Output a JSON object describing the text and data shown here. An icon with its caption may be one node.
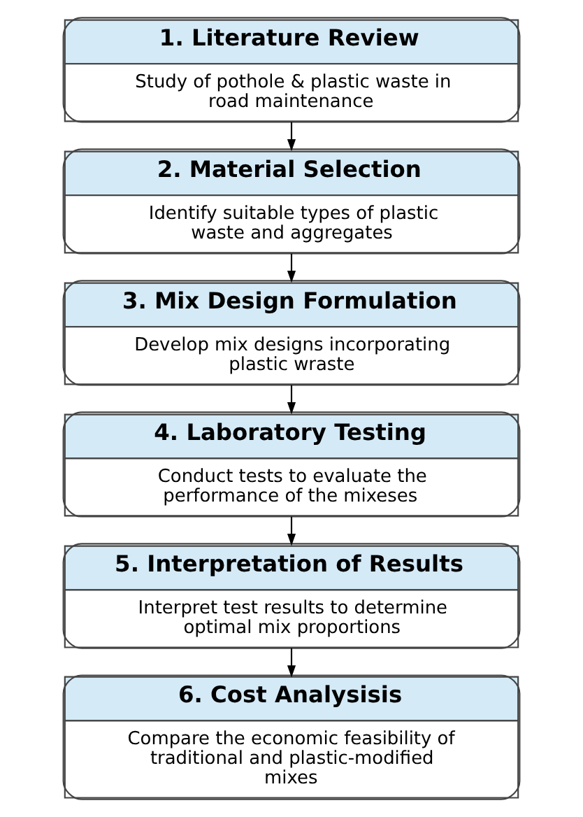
{
  "diagram": {
    "nodes": [
      {
        "text": [
          "1. Literature Review",
          "Study of pothole & plastic waste in road maintenance"
        ]
      },
      {
        "text": [
          "2. Material Selection",
          "Identify suitable types of plastic waste and aggregates"
        ]
      },
      {
        "text": [
          "3. Mix Design Formulation",
          "Develop mix designs incorporating plastic wraste"
        ]
      },
      {
        "text": [
          "4. Laboratory Testing",
          "Conduct tests to evaluate the performance of the mixeses"
        ]
      },
      {
        "text": [
          "5. Interpretation of Results",
          "Interpret test results to determine optimal mix proportions"
        ]
      },
      {
        "text": [
          "6. Cost Analysisis",
          "Compare the economic feasibility of traditional and plastic-modified mixes"
        ]
      }
    ],
    "edges": [
      {
        "from": 0,
        "to": 1,
        "arrow": "to"
      },
      {
        "from": 1,
        "to": 2,
        "arrow": "to"
      },
      {
        "from": 2,
        "to": 3,
        "arrow": "to"
      },
      {
        "from": 3,
        "to": 4,
        "arrow": "to"
      },
      {
        "from": 4,
        "to": 5,
        "arrow": "to"
      }
    ]
  }
}
